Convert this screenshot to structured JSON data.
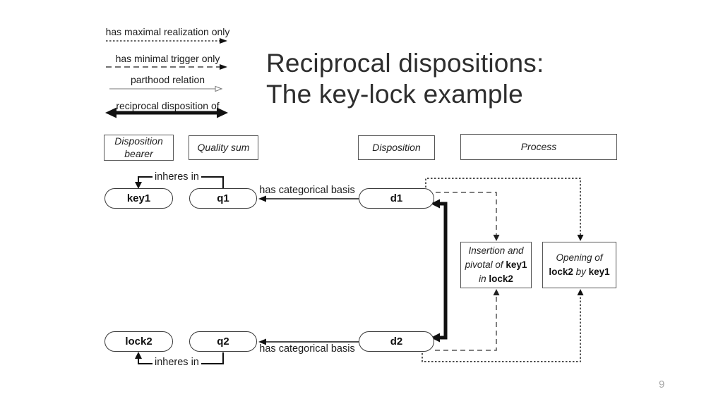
{
  "slide": {
    "title_line1": "Reciprocal dispositions:",
    "title_line2": "The key-lock example",
    "page_number": "9"
  },
  "legend": {
    "items": [
      {
        "label": "has maximal realization only",
        "style": "dotted-arrow"
      },
      {
        "label": "has minimal trigger only",
        "style": "dashed-arrow"
      },
      {
        "label": "parthood relation",
        "style": "thin-open-arrow"
      },
      {
        "label": "reciprocal disposition of",
        "style": "thick-double-arrow"
      }
    ]
  },
  "categories": {
    "disposition_bearer_line1": "Disposition",
    "disposition_bearer_line2": "bearer",
    "quality_sum": "Quality sum",
    "disposition": "Disposition",
    "process": "Process"
  },
  "nodes": {
    "key1": "key1",
    "q1": "q1",
    "d1": "d1",
    "lock2": "lock2",
    "q2": "q2",
    "d2": "d2"
  },
  "processes": {
    "insertion": {
      "line1": "Insertion and",
      "line2_pre": "pivotal of ",
      "line2_bold": "key1",
      "line3_pre": "in ",
      "line3_bold": "lock2"
    },
    "opening": {
      "line1": "Opening of",
      "line2_bold1": "lock2",
      "line2_mid": " by ",
      "line2_bold2": "key1"
    }
  },
  "edges": {
    "inheres_in_top": "inheres in",
    "inheres_in_bottom": "inheres in",
    "has_categorical_basis_top": "has categorical basis",
    "has_categorical_basis_bottom": "has categorical basis"
  },
  "colors": {
    "line": "#111111",
    "box_border": "#555555",
    "dashed_line": "#555555",
    "page_number": "#a9a9a9"
  }
}
